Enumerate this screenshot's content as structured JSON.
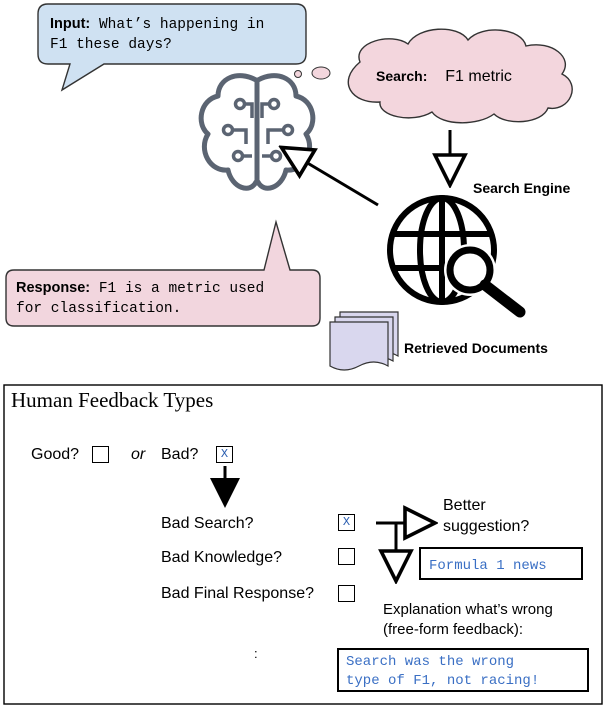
{
  "input_bubble": {
    "label": "Input:",
    "text": "What’s happening in\nF1 these days?"
  },
  "search_bubble": {
    "label": "Search:",
    "text": "F1 metric"
  },
  "search_engine_label": "Search Engine",
  "response_bubble": {
    "label": "Response:",
    "text": "F1 is a metric used\nfor classification."
  },
  "retrieved_label": "Retrieved Documents",
  "feedback_panel": {
    "title": "Human Feedback Types",
    "good_label": "Good?",
    "or_label": "or",
    "bad_label": "Bad?",
    "bad_mark": "X",
    "bad_search_label": "Bad Search?",
    "bad_search_mark": "X",
    "bad_knowledge_label": "Bad Knowledge?",
    "bad_final_label": "Bad Final Response?",
    "better_suggestion_label": "Better\nsuggestion?",
    "suggestion_value": "Formula 1 news",
    "explanation_label": "Explanation what’s wrong\n(free-form feedback):",
    "explanation_value": "Search was the wrong\ntype of F1, not racing!",
    "stray_mark": ":"
  },
  "colors": {
    "blue_bubble": "#cfe1f2",
    "pink_bubble": "#f2d6de",
    "cloud": "#f3d6dd",
    "doc_fill": "#d9d7ee",
    "icon_gray": "#5b6472"
  }
}
